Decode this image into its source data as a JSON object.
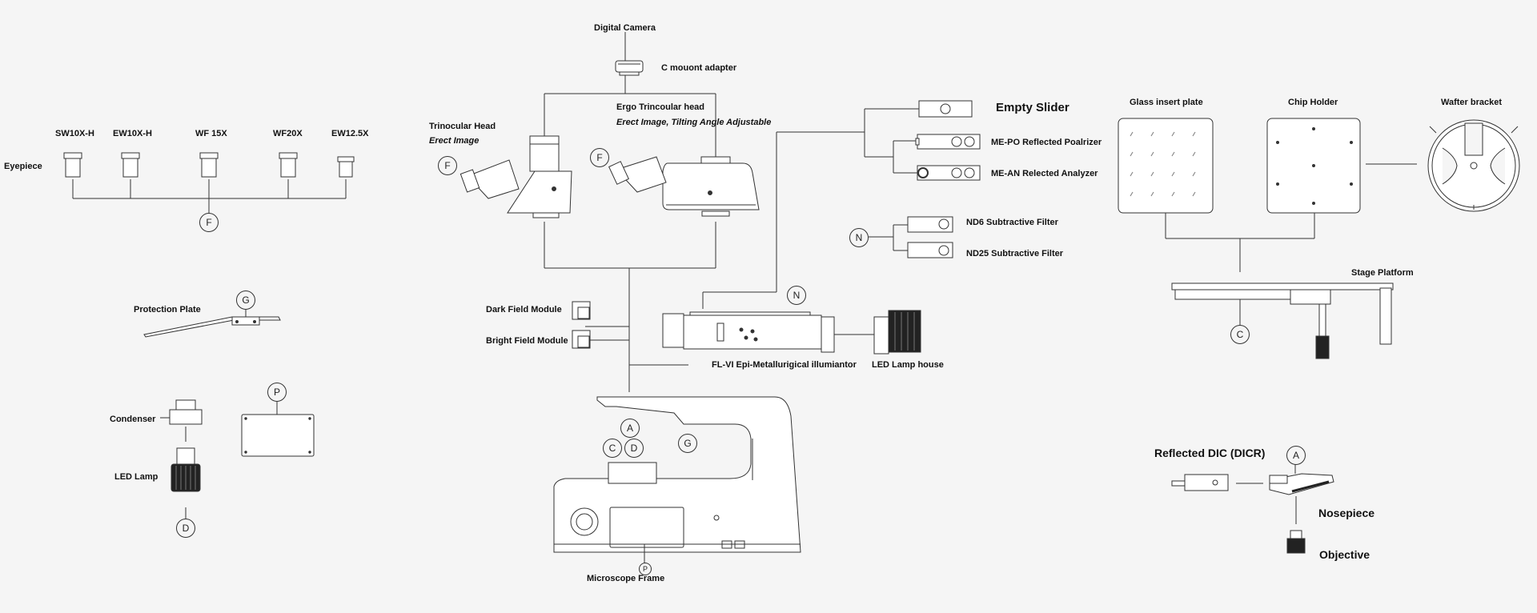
{
  "labels": {
    "digital_camera": "Digital Camera",
    "c_mount_adapter": "C mouont adapter",
    "trinocular_head": "Trinocular Head",
    "trinocular_head_sub": "Erect Image",
    "ergo_head": "Ergo Trincoular head",
    "ergo_head_sub": "Erect Image, Tilting Angle Adjustable",
    "eyepiece": "Eyepiece",
    "eyepieces": [
      "SW10X-H",
      "EW10X-H",
      "WF 15X",
      "WF20X",
      "EW12.5X"
    ],
    "protection_plate": "Protection Plate",
    "condenser": "Condenser",
    "led_lamp": "LED Lamp",
    "empty_slider": "Empty Slider",
    "me_po": "ME-PO Reflected Poalrizer",
    "me_an": "ME-AN Relected Analyzer",
    "nd6": "ND6 Subtractive Filter",
    "nd25": "ND25 Subtractive Filter",
    "dark_field": "Dark Field Module",
    "bright_field": "Bright Field Module",
    "fl_vi": "FL-VI Epi-Metallurigical illumiantor",
    "led_lamp_house": "LED Lamp house",
    "microscope_frame": "Microscope Frame",
    "glass_insert": "Glass insert plate",
    "chip_holder": "Chip Holder",
    "wafer_bracket": "Wafter bracket",
    "stage_platform": "Stage Platform",
    "reflected_dic": "Reflected DIC (DICR)",
    "nosepiece": "Nosepiece",
    "objective": "Objective"
  },
  "badges": {
    "f_eyepiece": "F",
    "f_trinocular": "F",
    "f_ergo": "F",
    "g_protection": "G",
    "p_plate": "P",
    "d_lamp": "D",
    "n_filters": "N",
    "n_illuminator": "N",
    "a_frame": "A",
    "c_frame": "C",
    "d_frame": "D",
    "g_frame": "G",
    "p_frame": "P",
    "c_stage": "C",
    "a_dic": "A"
  }
}
